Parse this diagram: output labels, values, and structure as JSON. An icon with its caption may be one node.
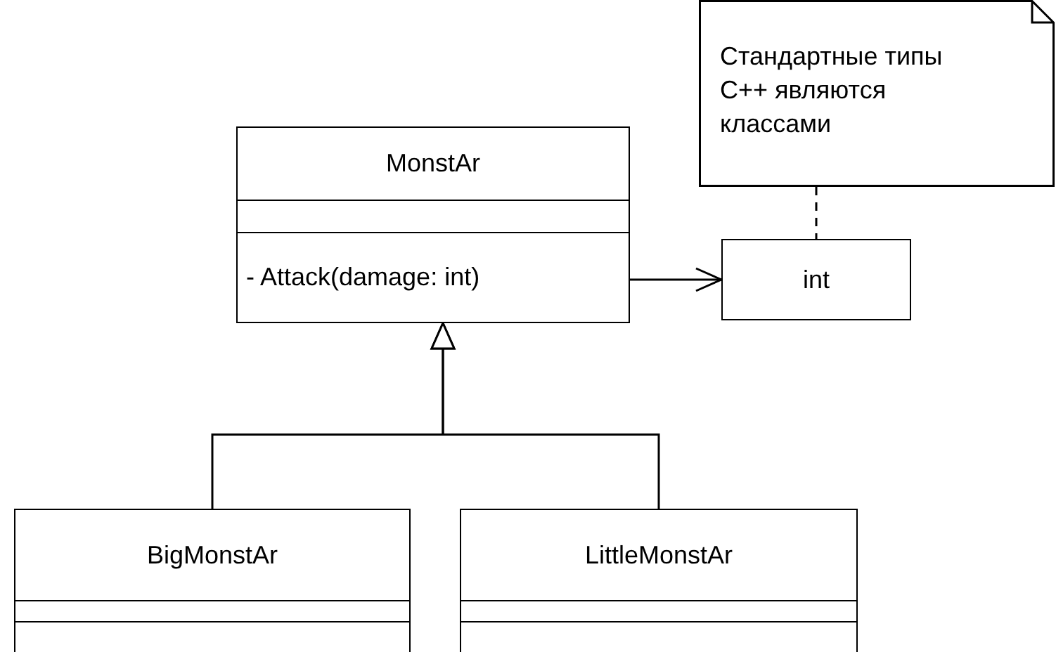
{
  "diagram": {
    "nodes": [
      {
        "text": [
          "Стандартные типы C++ являются классами"
        ]
      },
      {
        "text": [
          "MonstAr",
          "- Attack(damage: int)"
        ]
      },
      {
        "text": [
          "int"
        ]
      },
      {
        "text": [
          "BigMonstAr"
        ]
      },
      {
        "text": [
          "LittleMonstAr"
        ]
      }
    ],
    "edges": [
      {
        "from": 1,
        "to": 2,
        "arrow": "to"
      },
      {
        "from": 0,
        "to": 2,
        "arrow": "none",
        "style": "dashed"
      },
      {
        "from": 3,
        "to": 1,
        "arrow": "to"
      },
      {
        "from": 4,
        "to": 1,
        "arrow": "to"
      }
    ]
  }
}
